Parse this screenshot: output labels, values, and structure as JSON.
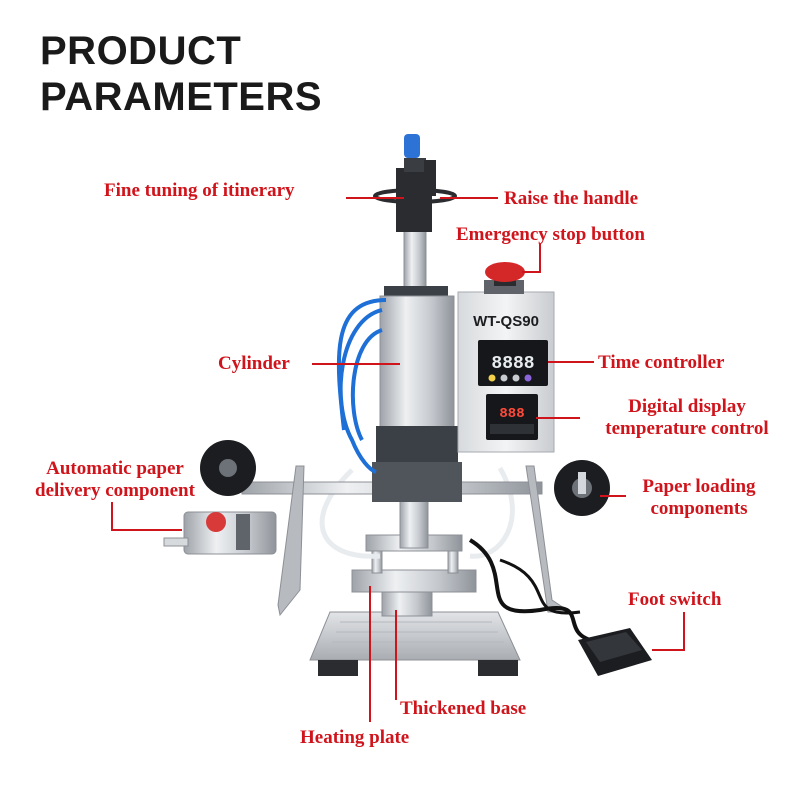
{
  "title": {
    "line1": "PRODUCT",
    "line2": "PARAMETERS"
  },
  "panel": {
    "model": "WT-QS90",
    "timer_digits": "8888",
    "temp_digits": "888"
  },
  "labels": {
    "fine_tuning": "Fine tuning of itinerary",
    "raise_handle": "Raise the handle",
    "emergency_stop": "Emergency stop button",
    "cylinder": "Cylinder",
    "time_controller": "Time controller",
    "digital_display_1": "Digital display",
    "digital_display_2": "temperature control",
    "auto_paper_1": "Automatic paper",
    "auto_paper_2": "delivery component",
    "paper_loading_1": "Paper loading",
    "paper_loading_2": "components",
    "foot_switch": "Foot switch",
    "thickened_base": "Thickened base",
    "heating_plate": "Heating plate"
  },
  "colors": {
    "title": "#1a1a1a",
    "label": "#d0141c",
    "leader": "#d0141c",
    "metal": "#c9ccd0",
    "dark": "#2a2c30",
    "hose": "#1e6fd6"
  }
}
